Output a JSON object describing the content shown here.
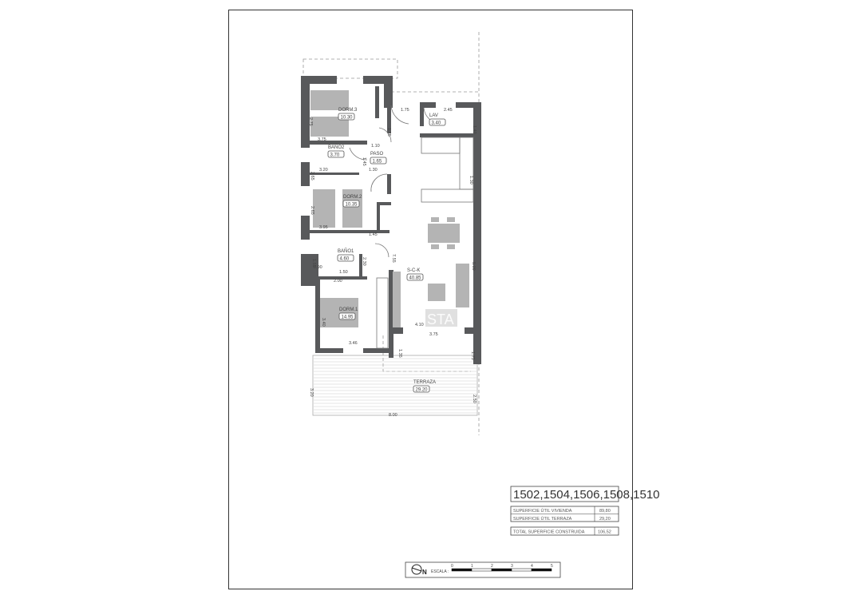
{
  "rooms": [
    {
      "name": "DORM.3",
      "area": "10.30"
    },
    {
      "name": "LAV",
      "area": "3.40"
    },
    {
      "name": "BAÑO2",
      "area": "3.70"
    },
    {
      "name": "PASO",
      "area": "1.65"
    },
    {
      "name": "DORM.2",
      "area": "10.35"
    },
    {
      "name": "BAÑO1",
      "area": "4.60"
    },
    {
      "name": "S-C-K",
      "area": "40.85"
    },
    {
      "name": "DORM.1",
      "area": "14.95"
    },
    {
      "name": "TERRAZA",
      "area": "29.20"
    }
  ],
  "dimensions": [
    "2.75",
    "3.75",
    "1.75",
    "1.75",
    "2.45",
    "1.40",
    "1.10",
    "1.45",
    "1.30",
    "2.65",
    "3.20",
    "1.30",
    "2.65",
    "3.95",
    "1.45",
    "7.55",
    "1.55",
    "0.90",
    "1.50",
    "2.30",
    "2.00",
    "3.40",
    "3.46",
    "4.10",
    "3.75",
    "1.35",
    "1.75",
    "5.00",
    "3.20",
    "2.50",
    "8.00"
  ],
  "watermark": "STA",
  "table": {
    "unit_codes": "1502,1504,1506,1508,1510",
    "rows": [
      {
        "label": "SUPERFICIE ÚTIL VIVIENDA",
        "value": "89,80"
      },
      {
        "label": "SUPERFICIE ÚTIL TERRAZA",
        "value": "29,20"
      }
    ],
    "total": {
      "label": "TOTAL SUPERFICIE CONSTRUIDA",
      "value": "106,52"
    }
  },
  "scale": {
    "north_label": "N",
    "label": "ESCALA :",
    "ticks": [
      "0",
      "1",
      "2",
      "3",
      "4",
      "5"
    ]
  },
  "colors": {
    "wall": "#58595b",
    "furniture": "#b4b4b4"
  }
}
